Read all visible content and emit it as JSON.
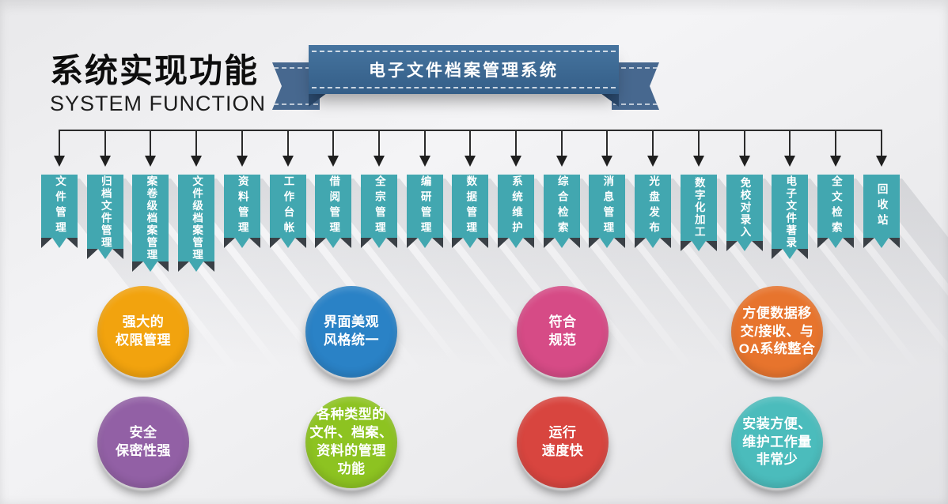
{
  "page": {
    "background": "#ebebed"
  },
  "header": {
    "title": "系统实现功能",
    "subtitle": "SYSTEM FUNCTION"
  },
  "ribbon": {
    "label": "电子文件档案管理系统",
    "band_color": "#3d6b99",
    "tail_color": "#47688f",
    "fold_color": "#2b4a6e"
  },
  "tree": {
    "connector_color": "#2b2b2b",
    "tag_color": "#42a7b0",
    "tag_fold_color": "#3a4046",
    "tag_text_color": "#ffffff",
    "nodes": [
      {
        "label": "文件管理"
      },
      {
        "label": "归档文件管理"
      },
      {
        "label": "案卷级档案管理"
      },
      {
        "label": "文件级档案管理"
      },
      {
        "label": "资料管理"
      },
      {
        "label": "工作台帐"
      },
      {
        "label": "借阅管理"
      },
      {
        "label": "全宗管理"
      },
      {
        "label": "编研管理"
      },
      {
        "label": "数据管理"
      },
      {
        "label": "系统维护"
      },
      {
        "label": "综合检索"
      },
      {
        "label": "消息管理"
      },
      {
        "label": "光盘发布"
      },
      {
        "label": "数字化加工"
      },
      {
        "label": "免校对录入"
      },
      {
        "label": "电子文件著录"
      },
      {
        "label": "全文检索"
      },
      {
        "label": "回收站"
      }
    ]
  },
  "features": [
    {
      "label": "强大的\n权限管理",
      "color": "#f2a30e"
    },
    {
      "label": "界面美观\n风格统一",
      "color": "#2a82c6"
    },
    {
      "label": "符合\n规范",
      "color": "#d64b86"
    },
    {
      "label": "方便数据移\n交/接收、与\nOA系统整合",
      "color": "#e7742d"
    },
    {
      "label": "安全\n保密性强",
      "color": "#9260a5"
    },
    {
      "label": "各种类型的\n文件、档案、\n资料的管理\n功能",
      "color": "#8dc321"
    },
    {
      "label": "运行\n速度快",
      "color": "#d8453f"
    },
    {
      "label": "安装方便、\n维护工作量\n非常少",
      "color": "#4bbcbc"
    }
  ]
}
